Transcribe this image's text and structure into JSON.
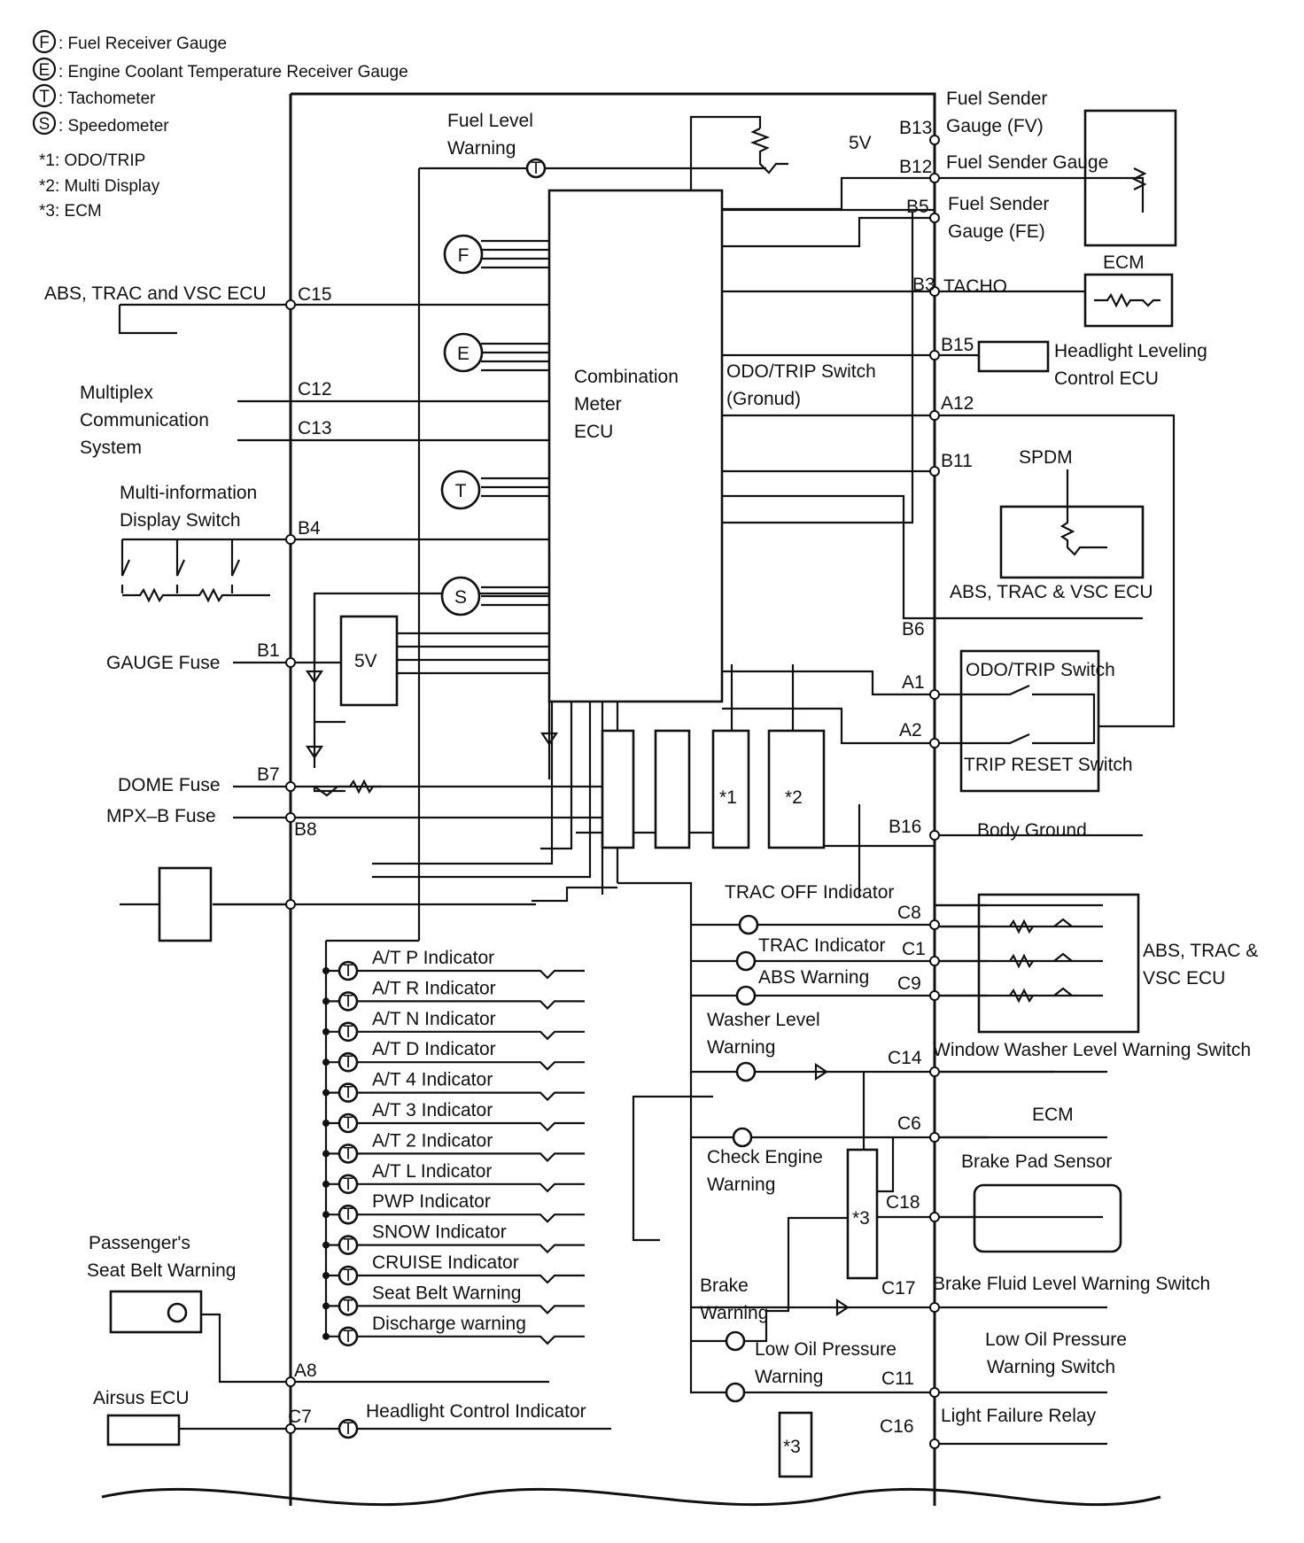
{
  "legend": {
    "f": {
      "symbol": "F",
      "text": ": Fuel Receiver Gauge"
    },
    "e": {
      "symbol": "E",
      "text": ": Engine Coolant Temperature Receiver Gauge"
    },
    "t": {
      "symbol": "T",
      "text": ": Tachometer"
    },
    "s": {
      "symbol": "S",
      "text": ": Speedometer"
    },
    "note1": "*1: ODO/TRIP",
    "note2": "*2: Multi Display",
    "note3": "*3: ECM"
  },
  "ecu": {
    "line1": "Combination",
    "line2": "Meter",
    "line3": "ECU"
  },
  "gauges": {
    "f": "F",
    "e": "E",
    "t": "T",
    "s": "S"
  },
  "modules": {
    "star1": "*1",
    "star2": "*2",
    "five_v": "5V",
    "ecm_a": "*3",
    "ecm_b": "*3"
  },
  "left_labels": {
    "abs_ecu": "ABS, TRAC and VSC ECU",
    "multiplex_1": "Multiplex",
    "multiplex_2": "Communication",
    "multiplex_3": "System",
    "mid_switch_1": "Multi-information",
    "mid_switch_2": "Display Switch",
    "gauge_fuse": "GAUGE Fuse",
    "dome_fuse": "DOME Fuse",
    "mpxb_fuse": "MPX–B Fuse",
    "passenger_1": "Passenger's",
    "passenger_2": "Seat Belt Warning",
    "airsus": "Airsus ECU",
    "fuel_level_1": "Fuel Level",
    "fuel_level_2": "Warning"
  },
  "terminals": {
    "c15": "C15",
    "c12": "C12",
    "c13": "C13",
    "b4": "B4",
    "b1": "B1",
    "b7": "B7",
    "b8": "B8",
    "a8": "A8",
    "c7": "C7",
    "b13": "B13",
    "b12": "B12",
    "b5": "B5",
    "b3": "B3",
    "b15": "B15",
    "a12": "A12",
    "b11": "B11",
    "b6": "B6",
    "a1": "A1",
    "a2": "A2",
    "b16": "B16",
    "c8": "C8",
    "c1": "C1",
    "c9": "C9",
    "c14": "C14",
    "c6": "C6",
    "c18": "C18",
    "c17": "C17",
    "c11": "C11",
    "c16": "C16",
    "five_v_src": "5V"
  },
  "right_labels": {
    "fuel_sender_fv_1": "Fuel Sender",
    "fuel_sender_fv_2": "Gauge (FV)",
    "fuel_sender_gauge": "Fuel Sender Gauge",
    "fuel_sender_fe_1": "Fuel Sender",
    "fuel_sender_fe_2": "Gauge (FE)",
    "tacho": "TACHO",
    "ecm_top": "ECM",
    "headlight_level_1": "Headlight Leveling",
    "headlight_level_2": "Control ECU",
    "odo_ground_1": "ODO/TRIP Switch",
    "odo_ground_2": "(Gronud)",
    "spdm": "SPDM",
    "abs_vsc_mid": "ABS, TRAC & VSC ECU",
    "odo_switch": "ODO/TRIP Switch",
    "trip_reset": "TRIP RESET Switch",
    "body_ground": "Body Ground",
    "trac_off": "TRAC OFF Indicator",
    "trac_ind": "TRAC Indicator",
    "abs_warn": "ABS Warning",
    "abs_vsc_right_1": "ABS, TRAC &",
    "abs_vsc_right_2": "VSC ECU",
    "washer_1": "Washer Level",
    "washer_2": "Warning",
    "window_washer": "Window Washer Level Warning Switch",
    "ecm_mid": "ECM",
    "check_engine_1": "Check Engine",
    "check_engine_2": "Warning",
    "brake_pad": "Brake Pad Sensor",
    "brake_1": "Brake",
    "brake_2": "Warning",
    "brake_fluid": "Brake Fluid Level Warning Switch",
    "low_oil_1": "Low Oil Pressure",
    "low_oil_2": "Warning",
    "low_oil_sw_1": "Low Oil Pressure",
    "low_oil_sw_2": "Warning Switch",
    "light_fail": "Light Failure Relay"
  },
  "indicators": [
    "A/T P Indicator",
    "A/T R Indicator",
    "A/T N Indicator",
    "A/T D Indicator",
    "A/T 4 Indicator",
    "A/T 3 Indicator",
    "A/T 2 Indicator",
    "A/T L Indicator",
    "PWP Indicator",
    "SNOW Indicator",
    "CRUISE Indicator",
    "Seat Belt Warning",
    "Discharge warning"
  ],
  "headlight_ctrl": "Headlight Control Indicator",
  "lamp_symbol": "T"
}
